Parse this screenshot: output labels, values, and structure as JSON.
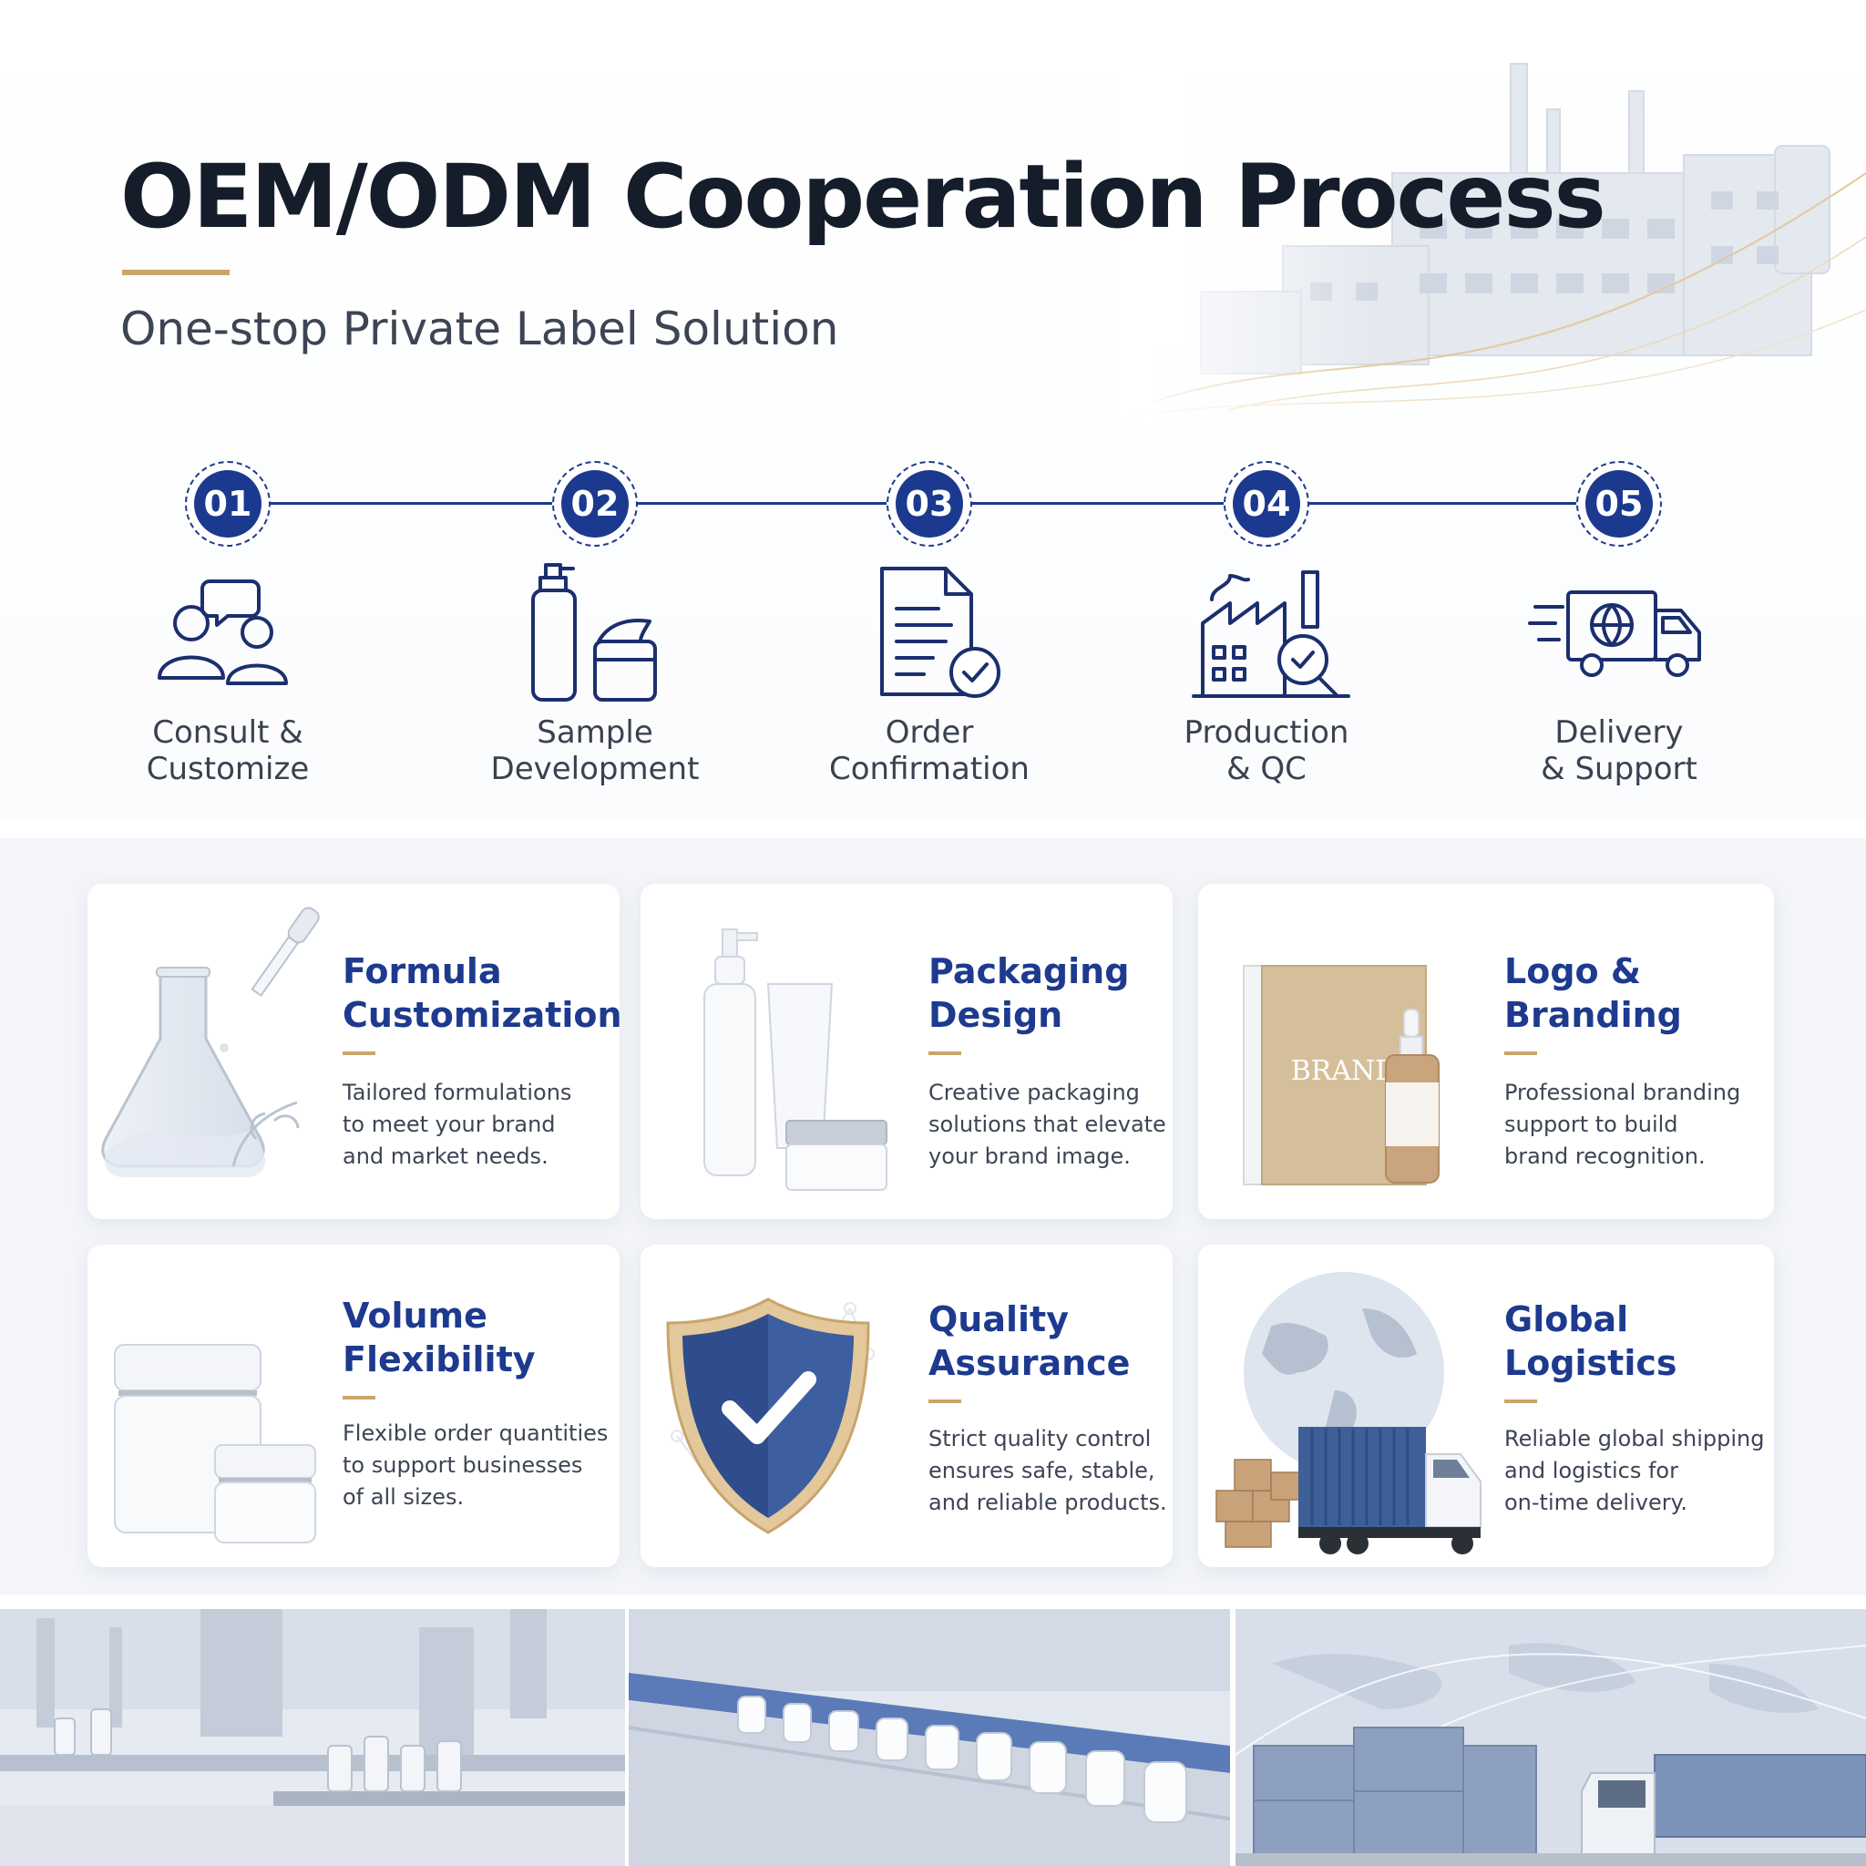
{
  "header": {
    "title": "OEM/ODM Cooperation Process",
    "subtitle": "One-stop Private Label Solution"
  },
  "colors": {
    "navy": "#1b3a8f",
    "gold": "#c9a46b",
    "text": "#3d4554",
    "background": "#f3f5f9"
  },
  "steps": [
    {
      "number": "01",
      "label": "Consult &\nCustomize",
      "icon": "consult-icon"
    },
    {
      "number": "02",
      "label": "Sample\nDevelopment",
      "icon": "bottle-jar-icon"
    },
    {
      "number": "03",
      "label": "Order\nConfirmation",
      "icon": "document-check-icon"
    },
    {
      "number": "04",
      "label": "Production\n& QC",
      "icon": "factory-inspect-icon"
    },
    {
      "number": "05",
      "label": "Delivery\n& Support",
      "icon": "delivery-truck-icon"
    }
  ],
  "cards": [
    {
      "title": "Formula\nCustomization",
      "desc": "Tailored formulations\nto meet your brand\nand market needs.",
      "art": "flask-dropper-image"
    },
    {
      "title": "Packaging\nDesign",
      "desc": "Creative packaging\nsolutions that elevate\nyour brand image.",
      "art": "bottles-image"
    },
    {
      "title": "Logo &\nBranding",
      "desc": "Professional branding\nsupport to build\nbrand recognition.",
      "art": "brand-box-image",
      "brand_word": "BRAND"
    },
    {
      "title": "Volume\nFlexibility",
      "desc": "Flexible order quantities\nto support businesses\nof all sizes.",
      "art": "jars-image"
    },
    {
      "title": "Quality\nAssurance",
      "desc": "Strict quality control\nensures safe, stable,\nand reliable products.",
      "art": "shield-check-image"
    },
    {
      "title": "Global\nLogistics",
      "desc": "Reliable global shipping\nand logistics for\non-time delivery.",
      "art": "globe-truck-image"
    }
  ],
  "photo_strip": [
    "lab-photo",
    "production-line-photo",
    "logistics-photo"
  ]
}
